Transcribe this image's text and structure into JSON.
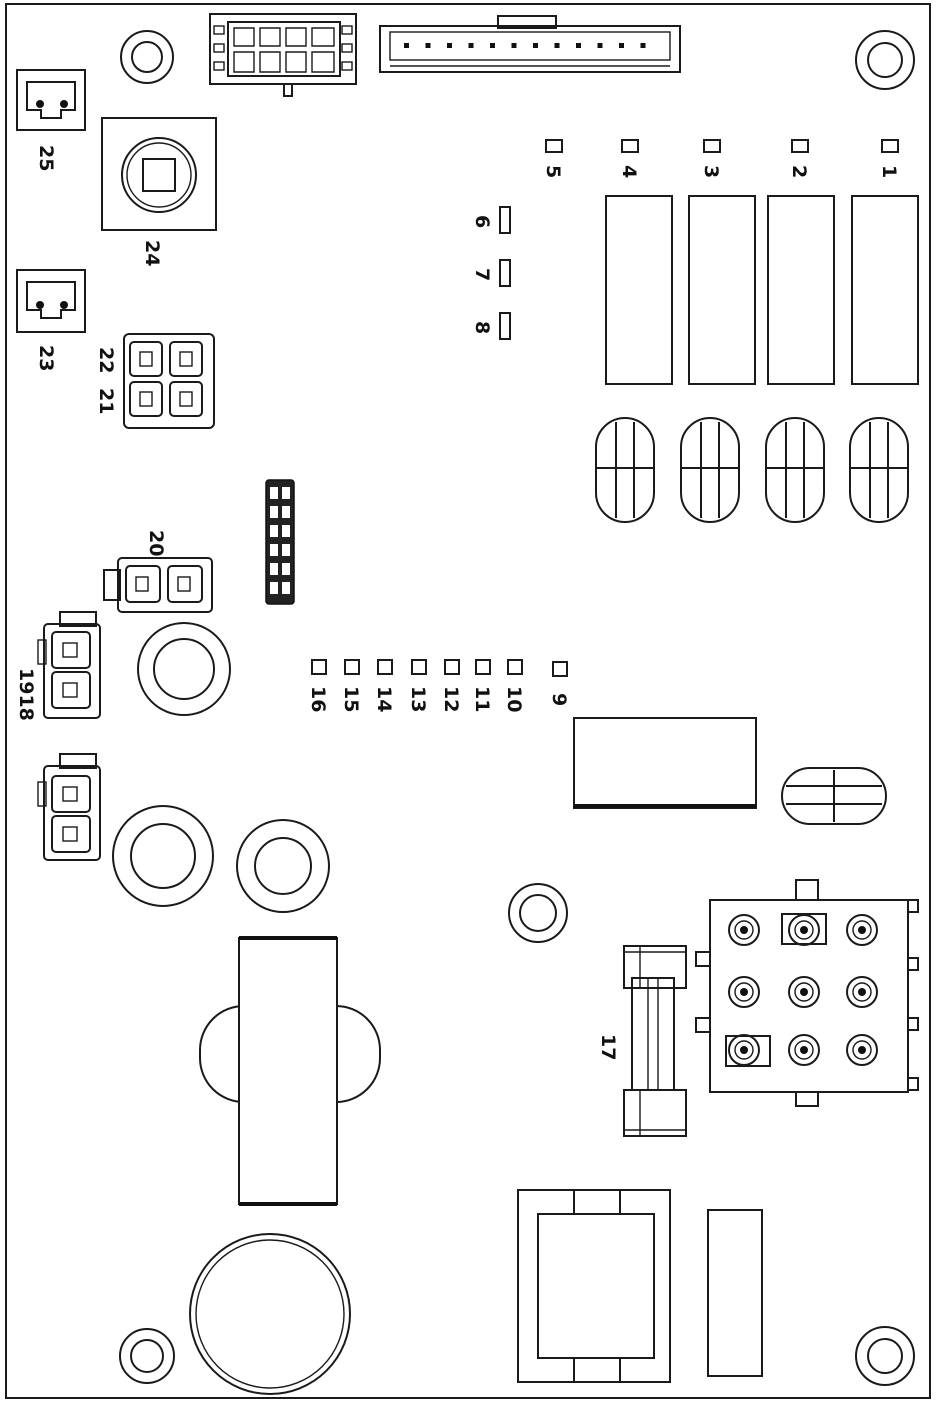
{
  "board": {
    "outline_color": "#1a1a1a",
    "background_color": "#ffffff"
  },
  "labels": {
    "c1": "1",
    "c2": "2",
    "c3": "3",
    "c4": "4",
    "c5": "5",
    "c6": "6",
    "c7": "7",
    "c8": "8",
    "c9": "9",
    "c10": "10",
    "c11": "11",
    "c12": "12",
    "c13": "13",
    "c14": "14",
    "c15": "15",
    "c16": "16",
    "c17": "17",
    "c1918": "1918",
    "c20": "20",
    "c21": "21",
    "c22": "22",
    "c23": "23",
    "c24": "24",
    "c25": "25"
  }
}
